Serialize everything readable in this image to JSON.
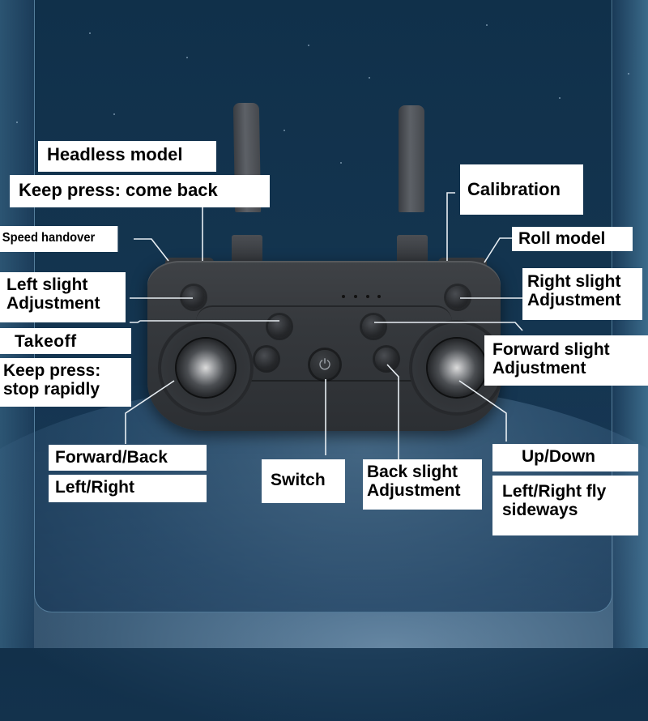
{
  "image": {
    "subject": "Drone remote controller diagram",
    "background": "space / earth view"
  },
  "labels": {
    "headless_model": "Headless model",
    "keep_press_come_back": "Keep press: come back",
    "speed_handover": "Speed handover",
    "left_slight_adjustment": [
      "Left slight",
      "Adjustment"
    ],
    "takeoff": "Takeoff",
    "keep_press_stop_rapidly": [
      "Keep press:",
      "stop rapidly"
    ],
    "forward_back": "Forward/Back",
    "left_right": "Left/Right",
    "switch": "Switch",
    "back_slight_adjustment": [
      "Back slight",
      "Adjustment"
    ],
    "up_down": "Up/Down",
    "left_right_fly_sideways": [
      "Left/Right fly",
      "sideways"
    ],
    "calibration": "Calibration",
    "roll_model": "Roll model",
    "right_slight_adjustment": [
      "Right slight",
      "Adjustment"
    ],
    "forward_slight_adjustment": [
      "Forward slight",
      "Adjustment"
    ]
  },
  "controller": {
    "led_count": 4,
    "power_icon": "power-icon"
  },
  "colors": {
    "label_bg": "#ffffff",
    "label_text": "#000000",
    "leader_line": "#e8eef3",
    "controller_body": "#35383c",
    "background_dark": "#12304a"
  }
}
